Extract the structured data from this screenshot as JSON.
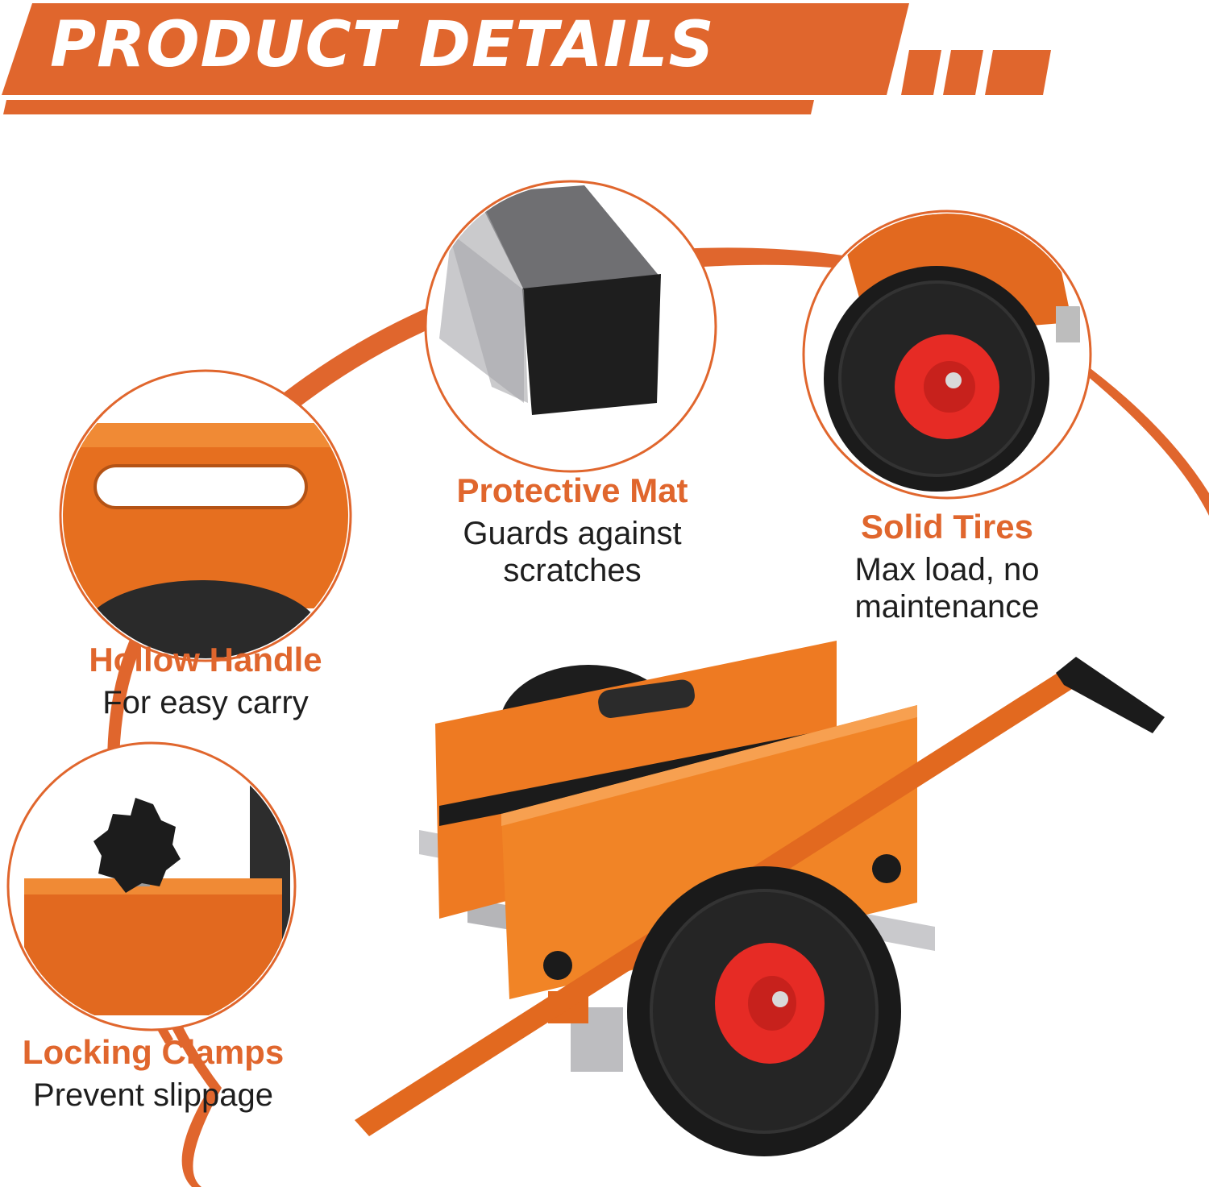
{
  "banner": {
    "title": "PRODUCT DETAILS"
  },
  "features": {
    "protective_mat": {
      "title": "Protective Mat",
      "desc_line1": "Guards against",
      "desc_line2": "scratches"
    },
    "solid_tires": {
      "title": "Solid Tires",
      "desc_line1": "Max load, no",
      "desc_line2": "maintenance"
    },
    "hollow_handle": {
      "title": "Hollow Handle",
      "desc_line1": "For easy carry"
    },
    "locking_clamps": {
      "title": "Locking Clamps",
      "desc_line1": "Prevent slippage"
    }
  },
  "colors": {
    "accent": "#e0662d",
    "text": "#1e1e1e",
    "background": "#ffffff"
  }
}
